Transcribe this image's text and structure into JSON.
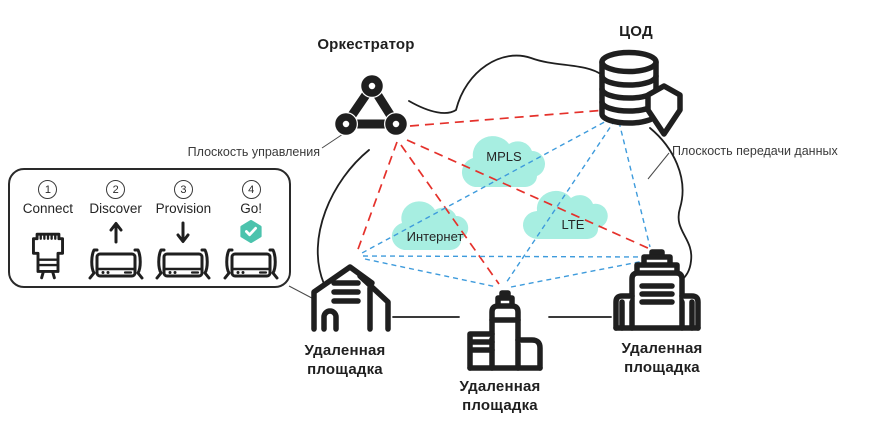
{
  "colors": {
    "red": "#e5312b",
    "blue": "#3e9bdc",
    "cloud": "#a7eee1",
    "teal": "#4cc3ad",
    "ink": "#1f1f1f",
    "line": "#4a4a4a"
  },
  "labels": {
    "orchestrator": "Оркестратор",
    "datacenter": "ЦОД",
    "control_plane": "Плоскость управления",
    "data_plane": "Плоскость передачи данных"
  },
  "transports": {
    "mpls": "MPLS",
    "internet": "Интернет",
    "lte": "LTE"
  },
  "sites": [
    {
      "line1": "Удаленная",
      "line2": "площадка"
    },
    {
      "line1": "Удаленная",
      "line2": "площадка"
    },
    {
      "line1": "Удаленная",
      "line2": "площадка"
    }
  ],
  "steps": [
    {
      "num": "1",
      "label": "Connect"
    },
    {
      "num": "2",
      "label": "Discover"
    },
    {
      "num": "3",
      "label": "Provision"
    },
    {
      "num": "4",
      "label": "Go!"
    }
  ]
}
